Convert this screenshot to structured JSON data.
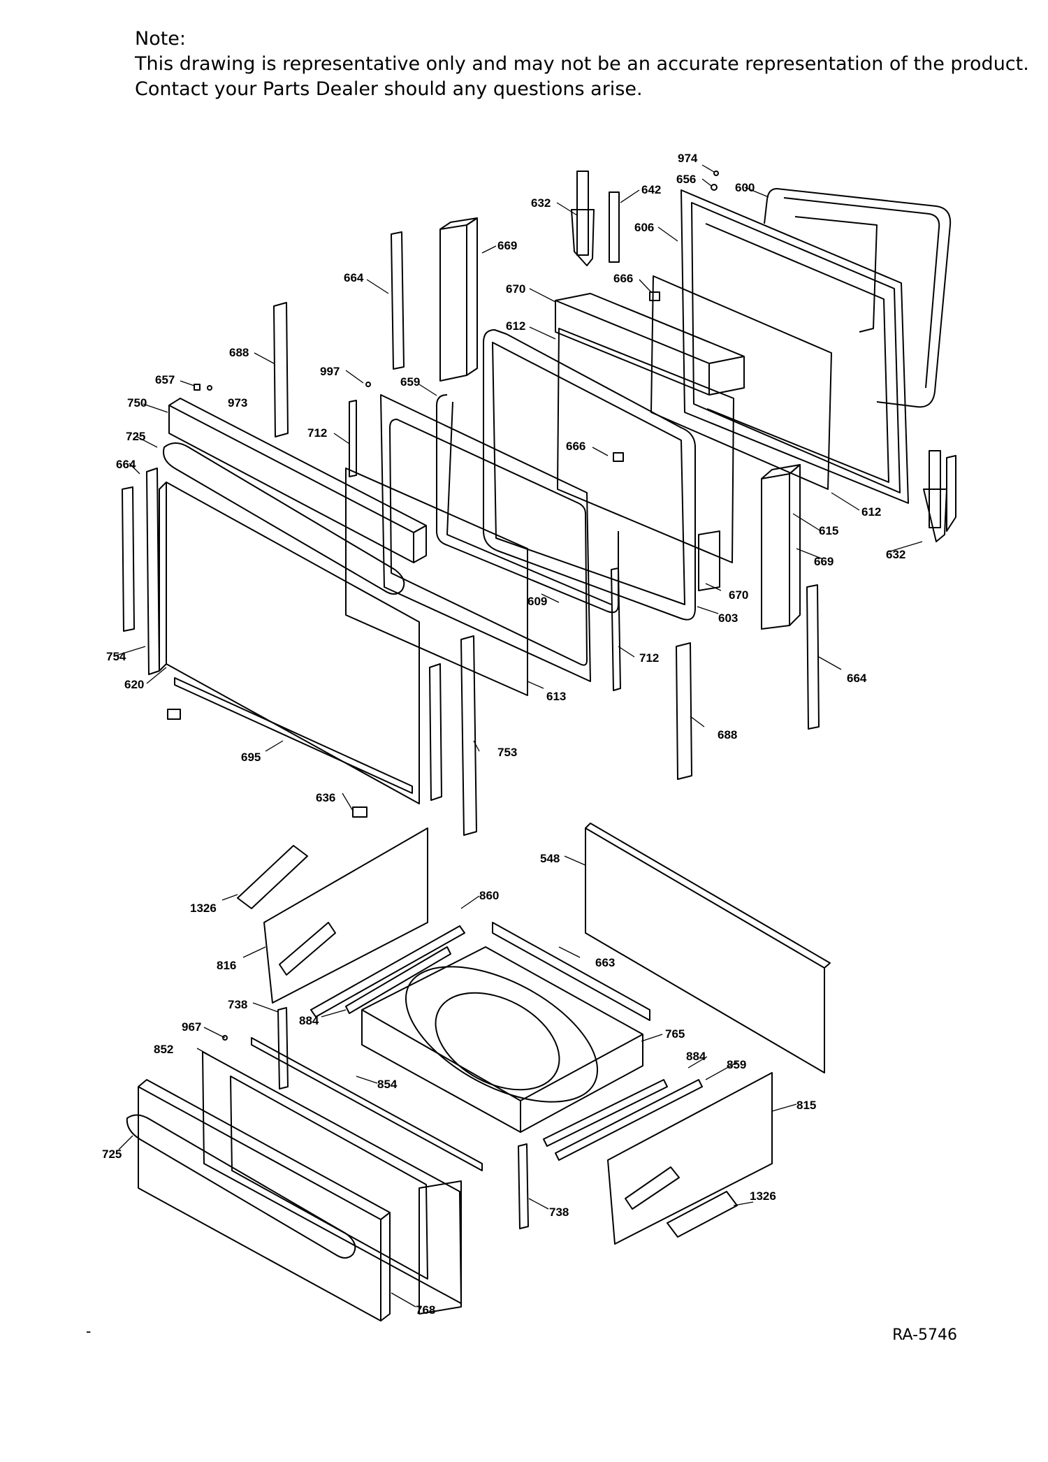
{
  "note": {
    "heading": "Note:",
    "line1": "This drawing is representative only and may not be an accurate representation of the product.",
    "line2": "Contact your Parts Dealer should any questions arise."
  },
  "reference_code": "RA-5746",
  "page_mark": "-",
  "part_labels": {
    "p974": "974",
    "p656": "656",
    "p600": "600",
    "p642": "642",
    "p632a": "632",
    "p606": "606",
    "p669a": "669",
    "p664a": "664",
    "p666a": "666",
    "p670a": "670",
    "p612a": "612",
    "p688a": "688",
    "p997": "997",
    "p659": "659",
    "p657": "657",
    "p973": "973",
    "p750": "750",
    "p712a": "712",
    "p725a": "725",
    "p666b": "666",
    "p664b": "664",
    "p612b": "612",
    "p615": "615",
    "p669b": "669",
    "p632b": "632",
    "p670b": "670",
    "p609": "609",
    "p603": "603",
    "p754": "754",
    "p712b": "712",
    "p620": "620",
    "p664c": "664",
    "p613": "613",
    "p688b": "688",
    "p695": "695",
    "p753": "753",
    "p636": "636",
    "p548": "548",
    "p1326a": "1326",
    "p860": "860",
    "p816": "816",
    "p663": "663",
    "p738a": "738",
    "p884a": "884",
    "p967": "967",
    "p765": "765",
    "p852": "852",
    "p884b": "884",
    "p859": "859",
    "p854": "854",
    "p815": "815",
    "p725b": "725",
    "p738b": "738",
    "p1326b": "1326",
    "p768": "768"
  }
}
